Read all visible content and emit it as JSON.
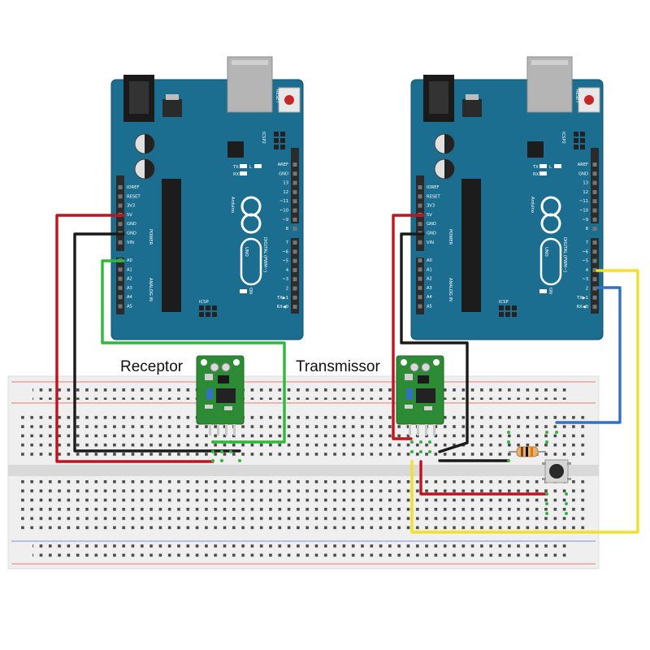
{
  "labels": {
    "receptor": "Receptor",
    "transmissor": "Transmissor"
  },
  "arduino": {
    "brand": "Arduino",
    "model": "UNO",
    "reset": "RESET",
    "icsp2": "ICSP2",
    "icsp": "ICSP",
    "on": "ON",
    "l": "L",
    "tx": "TX",
    "rx": "RX",
    "power": "POWER",
    "analog_in": "ANALOG IN",
    "digital": "DIGITAL (PWM~)",
    "power_pins": [
      "IOREF",
      "RESET",
      "3V3",
      "5V",
      "GND",
      "GND",
      "VIN"
    ],
    "analog_pins": [
      "A0",
      "A1",
      "A2",
      "A3",
      "A4",
      "A5"
    ],
    "digital_top": [
      "AREF",
      "GND",
      "13",
      "12",
      "~11",
      "~10",
      "~9",
      "8"
    ],
    "digital_bottom": [
      "7",
      "~6",
      "~5",
      "4",
      "~3",
      "2",
      "TX▶1",
      "RX◀0"
    ]
  },
  "colors": {
    "board": "#1b6e8f",
    "wire_red": "#c1121f",
    "wire_black": "#1a1a1a",
    "wire_green": "#2fb83a",
    "wire_blue": "#3470c4",
    "wire_yellow": "#f2e12a",
    "module": "#2d8a35",
    "breadboard": "#efefef"
  }
}
